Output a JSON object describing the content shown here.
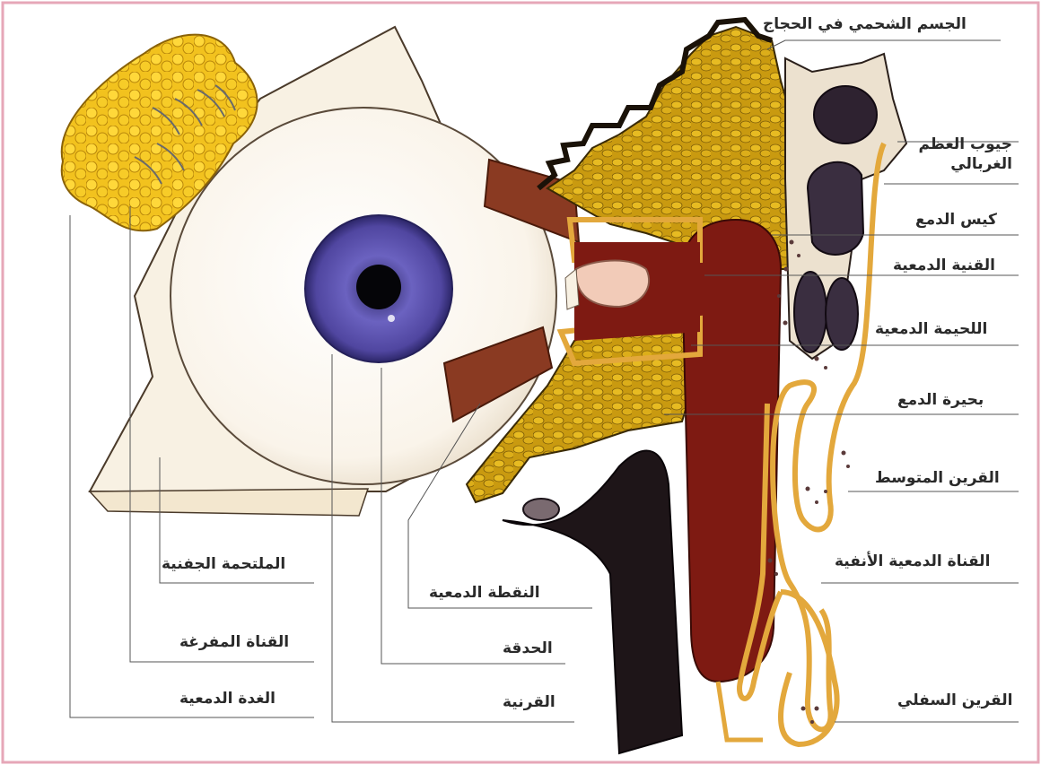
{
  "labels": {
    "orbital_fat": "الجسم الشحمي في الحجاج",
    "ethmoid_sinuses": "جيوب العظم الغربالي",
    "lacrimal_sac": "كيس الدمع",
    "lacrimal_canaliculus": "القنية الدمعية",
    "lacrimal_caruncle": "اللحيمة الدمعية",
    "lacrimal_lake": "بحيرة الدمع",
    "middle_concha": "القرين المتوسط",
    "nasolacrimal_duct": "القناة الدمعية الأنفية",
    "inferior_concha": "القرين السفلي",
    "palpebral_conjunctiva": "الملتحمة الجفنية",
    "excretory_duct": "القناة المفرغة",
    "lacrimal_gland": "الغدة الدمعية",
    "lacrimal_punctum": "النقطة الدمعية",
    "pupil": "الحدقة",
    "cornea": "القرنية"
  },
  "colors": {
    "frame": "#e6a7b8",
    "gland": "#f2c21e",
    "iris": "#5a4fa8",
    "sac": "#7e1a12",
    "bone_dark": "#1e1518",
    "duct": "#e3a83c",
    "muscle": "#8a3a22"
  }
}
